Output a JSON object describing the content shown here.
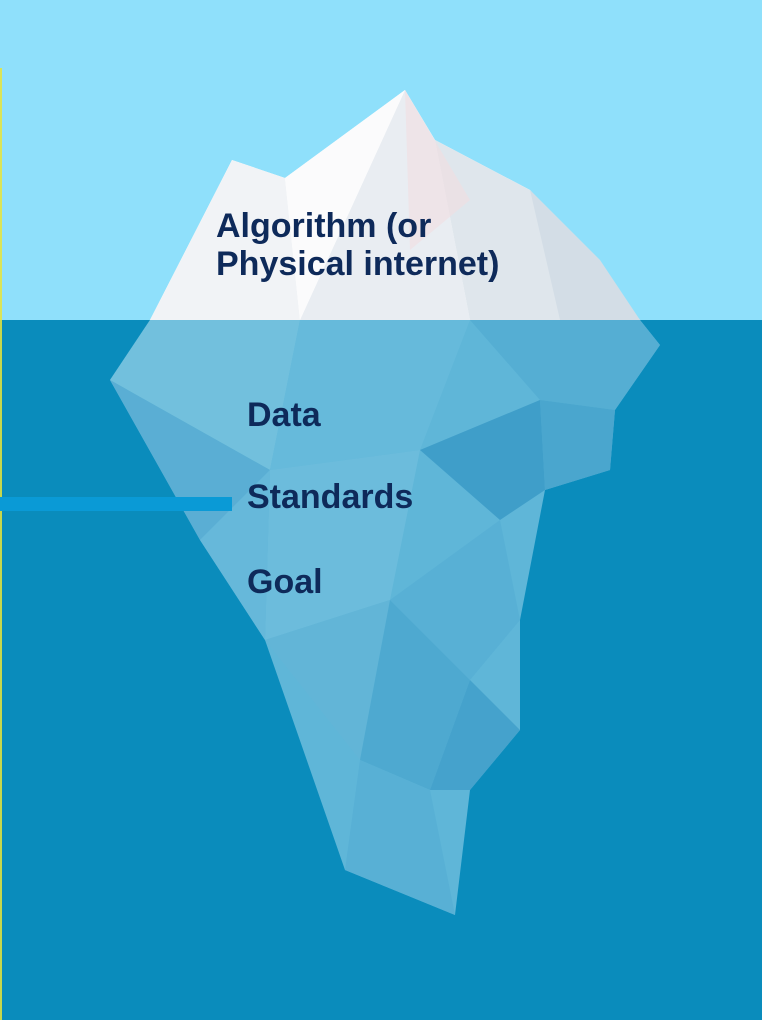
{
  "iceberg": {
    "above_water_label_line1": "Algorithm (or",
    "above_water_label_line2": "Physical internet)",
    "layers": [
      {
        "label": "Data"
      },
      {
        "label": "Standards",
        "highlighted": true
      },
      {
        "label": "Goal"
      }
    ]
  },
  "colors": {
    "sky": "#8fe0fb",
    "sea": "#0a8cbc",
    "pointer": "#0a9ad6",
    "text": "#0e2a5a"
  }
}
